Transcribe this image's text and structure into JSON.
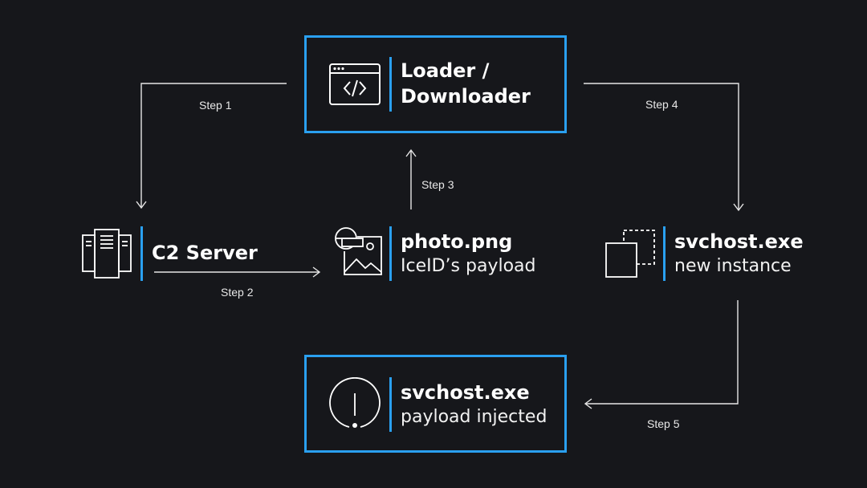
{
  "nodes": {
    "loader": {
      "line1": "Loader  /",
      "line2": "Downloader"
    },
    "c2": {
      "line1": "C2 Server"
    },
    "photo": {
      "line1": "photo.png",
      "line2": "IceID’s payload"
    },
    "svchost_new": {
      "line1": "svchost.exe",
      "line2": "new instance"
    },
    "svchost_injected": {
      "line1": "svchost.exe",
      "line2": "payload injected"
    }
  },
  "steps": {
    "step1": "Step 1",
    "step2": "Step 2",
    "step3": "Step 3",
    "step4": "Step 4",
    "step5": "Step 5"
  },
  "colors": {
    "background": "#16171b",
    "accent": "#2aa0f0",
    "text": "#ffffff",
    "line": "#e6e6e6"
  },
  "icons": {
    "loader": "code-window-icon",
    "c2": "server-stack-icon",
    "photo": "image-file-icon",
    "svchost_new": "copy-instance-icon",
    "svchost_injected": "warning-circle-icon"
  }
}
